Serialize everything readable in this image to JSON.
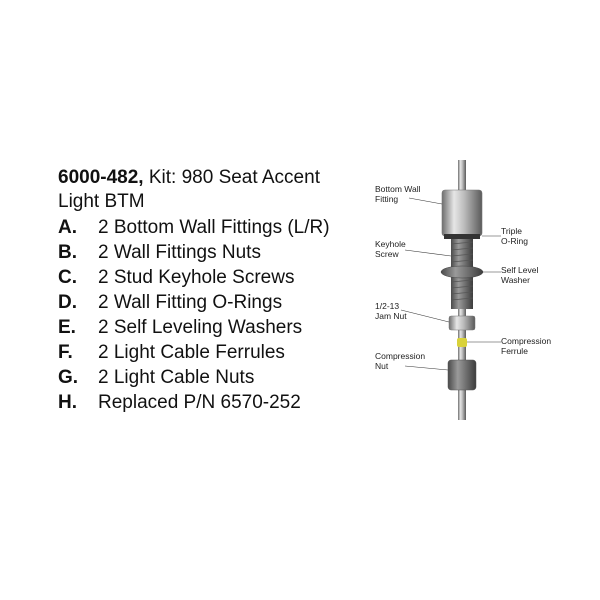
{
  "kit": {
    "part_number": "6000-482,",
    "title_rest": " Kit: 980 Seat Accent Light BTM",
    "items": [
      {
        "letter": "A.",
        "text": "2 Bottom Wall Fittings (L/R)"
      },
      {
        "letter": "B.",
        "text": "2 Wall Fittings Nuts"
      },
      {
        "letter": "C.",
        "text": "2 Stud Keyhole Screws"
      },
      {
        "letter": "D.",
        "text": "2 Wall Fitting O-Rings"
      },
      {
        "letter": "E.",
        "text": "2 Self Leveling Washers"
      },
      {
        "letter": "F.",
        "text": "2 Light Cable Ferrules"
      },
      {
        "letter": "G.",
        "text": "2 Light Cable Nuts"
      },
      {
        "letter": "H.",
        "text": "Replaced P/N 6570-252"
      }
    ]
  },
  "diagram": {
    "labels": {
      "bottom_wall_fitting": "Bottom Wall\nFitting",
      "keyhole_screw": "Keyhole\nScrew",
      "jam_nut": "1/2-13\nJam Nut",
      "compression_nut": "Compression\nNut",
      "triple_oring": "Triple\nO-Ring",
      "self_level_washer": "Self Level\nWasher",
      "compression_ferrule": "Compression\nFerrule"
    }
  }
}
